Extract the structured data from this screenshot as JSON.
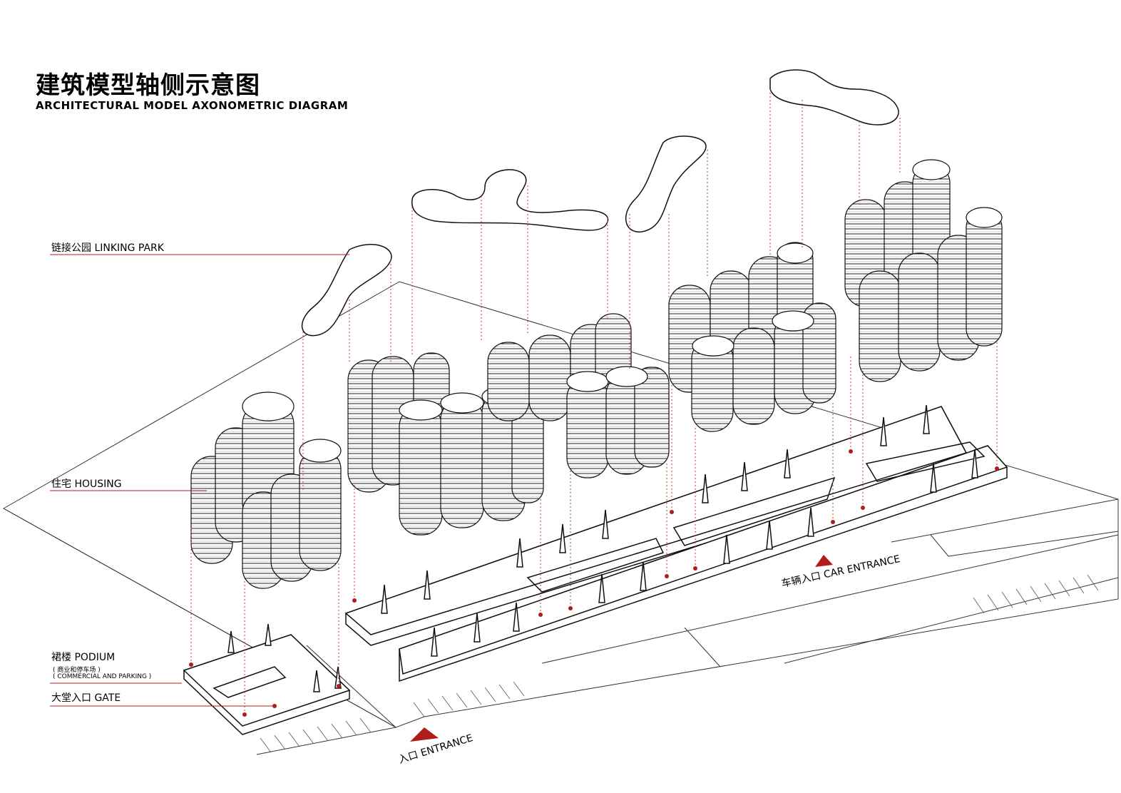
{
  "title": {
    "zh": "建筑模型轴侧示意图",
    "en": "ARCHITECTURAL MODEL AXONOMETRIC DIAGRAM"
  },
  "labels": {
    "linking_park": "链接公园 LINKING PARK",
    "housing": "住宅 HOUSING",
    "podium": "裙楼 PODIUM",
    "podium_sub1": "( 商业和停车场 )",
    "podium_sub2": "( COMMERCIAL AND PARKING )",
    "gate": "大堂入口 GATE",
    "entrance": "入口 ENTRANCE",
    "car_entrance": "车辆入口 CAR ENTRANCE"
  },
  "colors": {
    "accent": "#b01c1c",
    "line": "#111111",
    "guide": "#c0392b"
  }
}
